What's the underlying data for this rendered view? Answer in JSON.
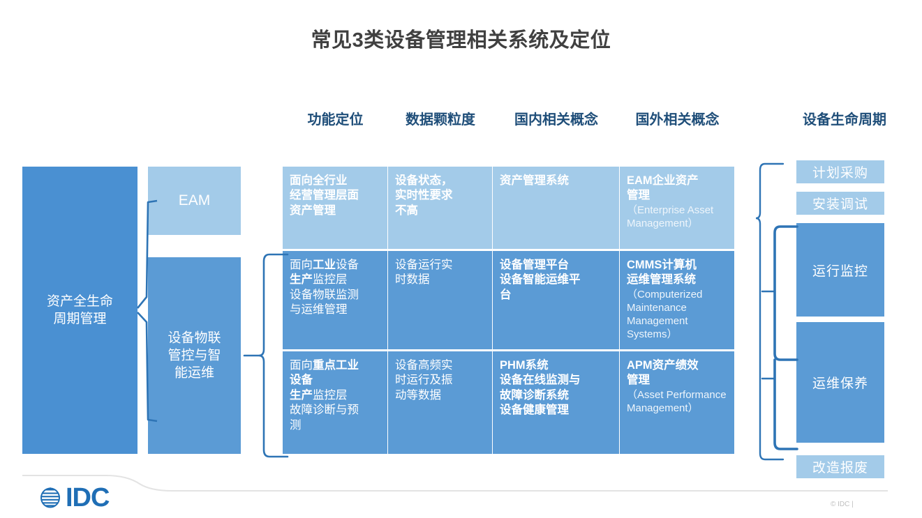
{
  "title": "常见3类设备管理相关系统及定位",
  "column_headers": [
    "功能定位",
    "数据颗粒度",
    "国内相关概念",
    "国外相关概念",
    "设备生命周期"
  ],
  "left_blocks": {
    "main": "资产全生命\n周期管理",
    "eam": "EAM",
    "iot": "设备物联\n管控与智\n能运维"
  },
  "matrix": {
    "rows": [
      {
        "tone": "light",
        "function": "面向全行业\n经营管理层面\n资产管理",
        "granularity": "设备状态，\n实时性要求\n不高",
        "cn_concept": "资产管理系统",
        "intl_concept_main": "EAM企业资产\n管理",
        "intl_concept_sub": "（Enterprise Asset Management）"
      },
      {
        "tone": "dark",
        "function_parts": [
          {
            "t": "面向",
            "b": false
          },
          {
            "t": "工业",
            "b": true
          },
          {
            "t": "设备\n",
            "b": false
          },
          {
            "t": "生产",
            "b": true
          },
          {
            "t": "监控层\n设备物联监测\n与运维管理",
            "b": false
          }
        ],
        "granularity": "设备运行实\n时数据",
        "cn_concept": "设备管理平台\n设备智能运维平\n台",
        "intl_concept_main": "CMMS计算机\n运维管理系统",
        "intl_concept_sub": "（Computerized Maintenance Management Systems）"
      },
      {
        "tone": "dark",
        "function_parts": [
          {
            "t": "面向",
            "b": false
          },
          {
            "t": "重点工业\n设备\n生产",
            "b": true
          },
          {
            "t": "监控层\n故障诊断与预\n测",
            "b": false
          }
        ],
        "granularity": "设备高频实\n时运行及振\n动等数据",
        "cn_concept": "PHM系统\n设备在线监测与\n故障诊断系统\n设备健康管理",
        "intl_concept_main": "APM资产绩效\n管理",
        "intl_concept_sub": "（Asset Performance Management）"
      }
    ]
  },
  "lifecycle": [
    {
      "label": "计划采购",
      "tone": "light"
    },
    {
      "label": "安装调试",
      "tone": "light"
    },
    {
      "label": "运行监控",
      "tone": "dark"
    },
    {
      "label": "运维保养",
      "tone": "dark"
    },
    {
      "label": "改造报废",
      "tone": "light"
    }
  ],
  "footer": {
    "logo_text": "IDC",
    "copyright": "© IDC |"
  },
  "colors": {
    "title": "#404040",
    "header": "#1f4e79",
    "light_blue": "#a3cbe9",
    "mid_blue": "#5b9bd5",
    "main_blue": "#4a90d2",
    "connector": "#2e74b5",
    "logo_blue": "#1f6eb5"
  }
}
